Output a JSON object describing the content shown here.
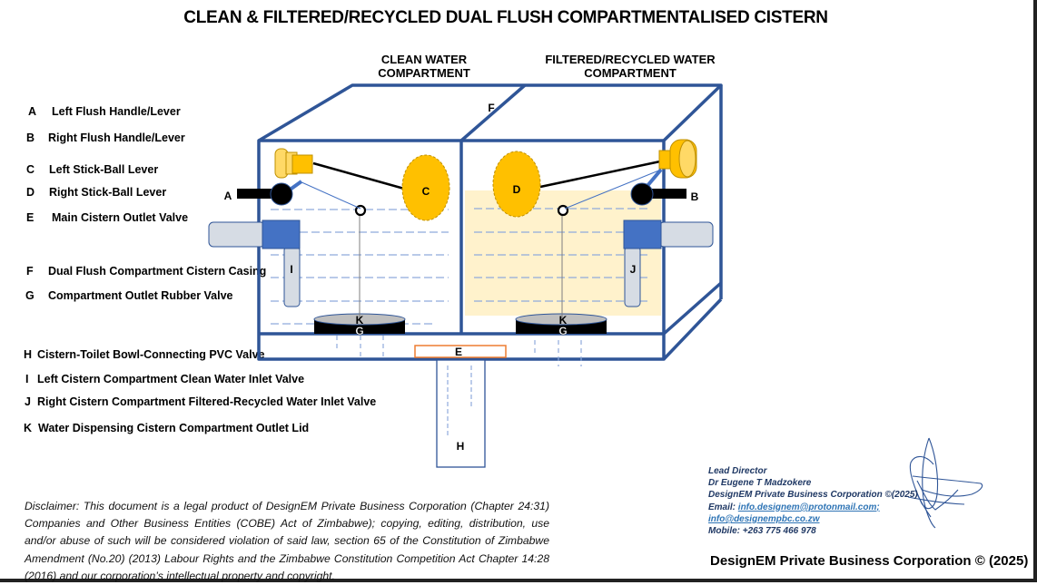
{
  "title": "CLEAN & FILTERED/RECYCLED DUAL FLUSH COMPARTMENTALISED CISTERN",
  "compartments": {
    "left": {
      "line1": "CLEAN WATER",
      "line2": "COMPARTMENT"
    },
    "right": {
      "line1": "FILTERED/RECYCLED WATER",
      "line2": "COMPARTMENT"
    }
  },
  "legend": [
    {
      "key": "A",
      "label": "Left Flush Handle/Lever"
    },
    {
      "key": "B",
      "label": "Right Flush Handle/Lever"
    },
    {
      "key": "C",
      "label": "Left Stick-Ball Lever"
    },
    {
      "key": "D",
      "label": "Right Stick-Ball Lever"
    },
    {
      "key": "E",
      "label": "Main Cistern Outlet Valve"
    },
    {
      "key": "F",
      "label": "Dual Flush Compartment Cistern Casing"
    },
    {
      "key": "G",
      "label": "Compartment Outlet Rubber Valve"
    },
    {
      "key": "H",
      "label": "Cistern-Toilet Bowl-Connecting PVC Valve"
    },
    {
      "key": "I",
      "label": "Left Cistern Compartment Clean Water Inlet Valve"
    },
    {
      "key": "J",
      "label": "Right Cistern Compartment Filtered-Recycled Water Inlet Valve"
    },
    {
      "key": "K",
      "label": "Water Dispensing Cistern Compartment Outlet Lid"
    }
  ],
  "diagram_labels": {
    "A": "A",
    "B": "B",
    "C": "C",
    "D": "D",
    "E": "E",
    "F": "F",
    "G_left": "G",
    "G_right": "G",
    "H": "H",
    "I": "I",
    "J": "J",
    "K_left": "K",
    "K_right": "K"
  },
  "colors": {
    "casing": "#2f5597",
    "ball": "#ffc000",
    "ball_border": "#bf9000",
    "handle_knob": "#ffd966",
    "inlet_block": "#4472c4",
    "pipe": "#d6dce4",
    "water_line": "#8faadc",
    "recycled_fill": "#fff2cc",
    "outlet_valve_border": "#ed7d31",
    "lid_top": "#bfbfbf",
    "contact_text": "#1f3864",
    "link": "#2e74b5"
  },
  "disclaimer": "Disclaimer: This document is a legal product of DesignEM Private Business Corporation (Chapter 24:31) Companies and Other Business Entities (COBE) Act of Zimbabwe); copying, editing, distribution, use and/or abuse of such will be considered violation of said law, section 65 of the Constitution of Zimbabwe Amendment (No.20) (2013) Labour Rights and the Zimbabwe Constitution Competition Act Chapter 14:28 (2016) and our corporation’s intellectual property and copyright.",
  "contact": {
    "role": "Lead Director",
    "name": "Dr Eugene T Madzokere",
    "corp": "DesignEM Private Business Corporation ©(2025)",
    "email_label": "Email: ",
    "email1": "info.designem@protonmail.com",
    "email_sep": ";",
    "email2": "info@designempbc.co.zw",
    "mobile": "Mobile: +263 775 466 978"
  },
  "footer": "DesignEM Private Business Corporation © (2025)"
}
